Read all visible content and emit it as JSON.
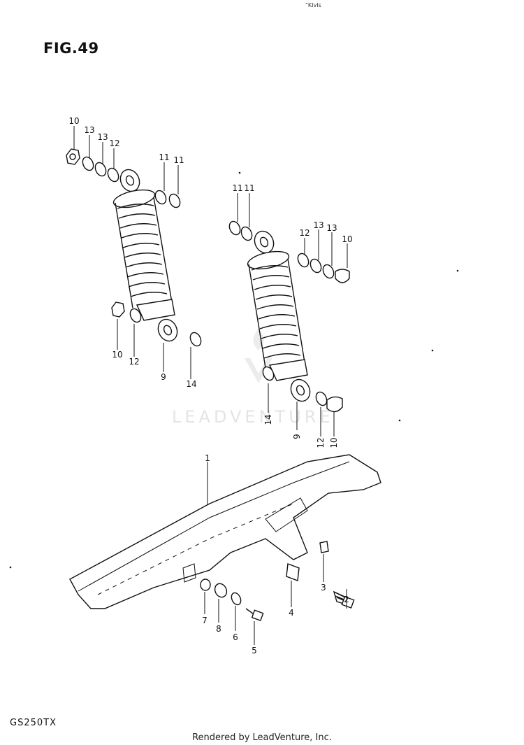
{
  "figure": {
    "title": "FIG.49",
    "top_mark": "“KIvIs",
    "model_code": "GS250TX",
    "watermark": "LEADVENTURE",
    "footer": "Rendered by LeadVenture, Inc."
  },
  "callouts": [
    {
      "id": "c10a",
      "text": "10"
    },
    {
      "id": "c13a",
      "text": "13"
    },
    {
      "id": "c13b",
      "text": "13"
    },
    {
      "id": "c12a",
      "text": "12"
    },
    {
      "id": "c11a",
      "text": "11"
    },
    {
      "id": "c11b",
      "text": "11"
    },
    {
      "id": "c10b",
      "text": "10"
    },
    {
      "id": "c12b",
      "text": "12"
    },
    {
      "id": "c9a",
      "text": "9"
    },
    {
      "id": "c14a",
      "text": "14"
    },
    {
      "id": "c11c",
      "text": "11"
    },
    {
      "id": "c11d",
      "text": "11"
    },
    {
      "id": "c12c",
      "text": "12"
    },
    {
      "id": "c13c",
      "text": "13"
    },
    {
      "id": "c13d",
      "text": "13"
    },
    {
      "id": "c10c",
      "text": "10"
    },
    {
      "id": "c14b",
      "text": "14"
    },
    {
      "id": "c9b",
      "text": "9"
    },
    {
      "id": "c12d",
      "text": "12"
    },
    {
      "id": "c10d",
      "text": "10"
    },
    {
      "id": "c1",
      "text": "1"
    },
    {
      "id": "c3",
      "text": "3"
    },
    {
      "id": "c2",
      "text": "2"
    },
    {
      "id": "c4",
      "text": "4"
    },
    {
      "id": "c7",
      "text": "7"
    },
    {
      "id": "c8",
      "text": "8"
    },
    {
      "id": "c6",
      "text": "6"
    },
    {
      "id": "c5",
      "text": "5"
    }
  ]
}
